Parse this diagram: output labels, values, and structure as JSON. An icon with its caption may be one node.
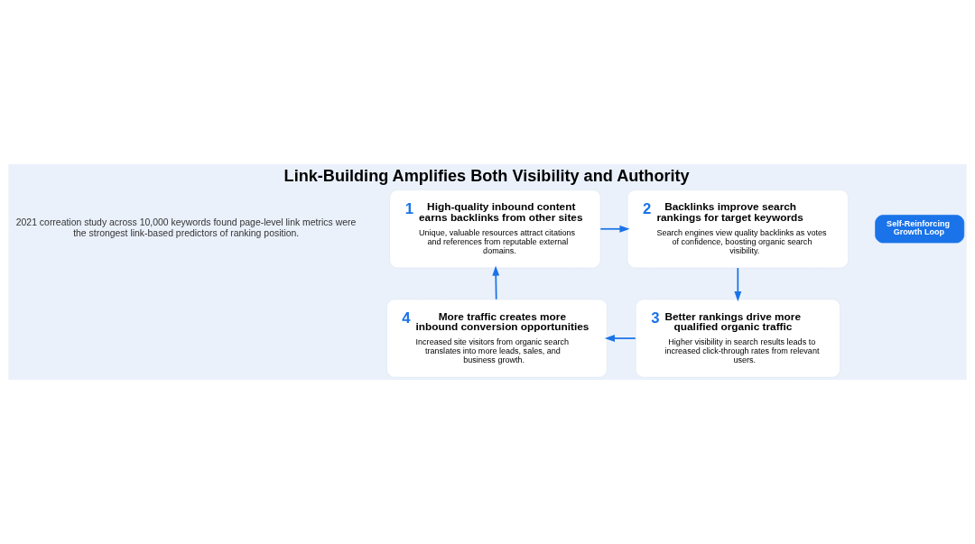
{
  "diagram": {
    "title": "Link-Building Amplifies Both Visibility and Authority",
    "nodes": [
      {
        "text": [
          "1",
          "High-quality inbound content earns backlinks from other sites",
          "Unique, valuable resources attract citations and references from reputable external domains."
        ]
      },
      {
        "text": [
          "2",
          "Backlinks improve search rankings for target keywords",
          "Search engines view quality backlinks as votes of confidence, boosting organic search visibility."
        ]
      },
      {
        "text": [
          "3",
          "Better rankings drive more qualified organic traffic",
          "Higher visibility in search results leads to increased click-through rates from relevant users."
        ]
      },
      {
        "text": [
          "4",
          "More traffic creates more inbound conversion opportunities",
          "Increased site visitors from organic search translates into more leads, sales, and business growth."
        ]
      },
      {
        "text": [
          "Self-Reinforcing Growth Loop"
        ]
      }
    ],
    "edges": [
      {
        "from": 0,
        "to": 1,
        "arrow": "to"
      },
      {
        "from": 1,
        "to": 2,
        "arrow": "to"
      },
      {
        "from": 2,
        "to": 3,
        "arrow": "to"
      },
      {
        "from": 3,
        "to": 0,
        "arrow": "to"
      }
    ],
    "labels": [
      "2021 correation study across 10,000 keywords found page-level link metrics were the strongest link-based predictors of ranking position."
    ]
  }
}
